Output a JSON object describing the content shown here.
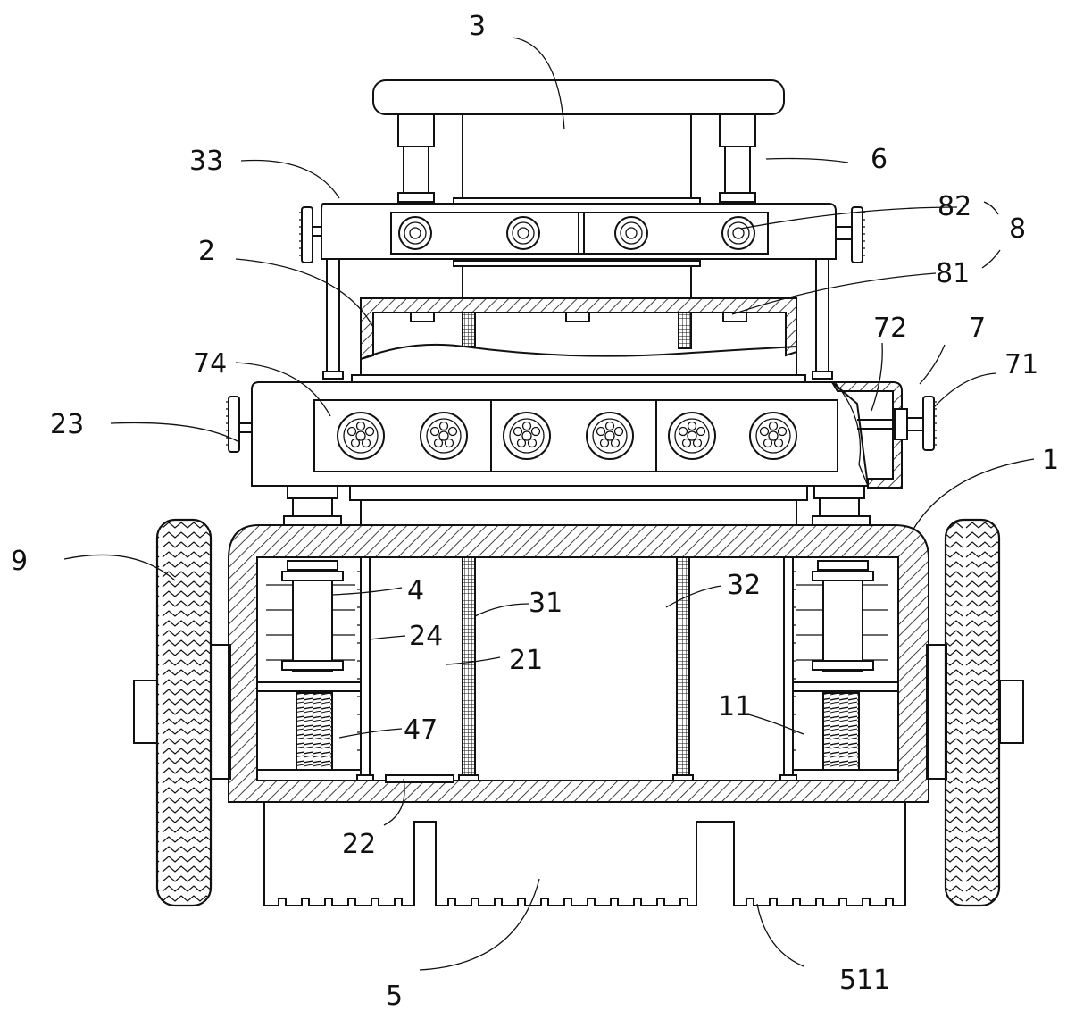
{
  "figure": {
    "labels": {
      "l1": "1",
      "l2": "2",
      "l3": "3",
      "l4": "4",
      "l5": "5",
      "l6": "6",
      "l7": "7",
      "l8": "8",
      "l9": "9",
      "l11": "11",
      "l21": "21",
      "l22": "22",
      "l23": "23",
      "l24": "24",
      "l31": "31",
      "l32": "32",
      "l33": "33",
      "l47": "47",
      "l71": "71",
      "l72": "72",
      "l74": "74",
      "l81": "81",
      "l82": "82",
      "l511": "511"
    },
    "colors": {
      "line": "#111111",
      "background": "#ffffff"
    }
  }
}
